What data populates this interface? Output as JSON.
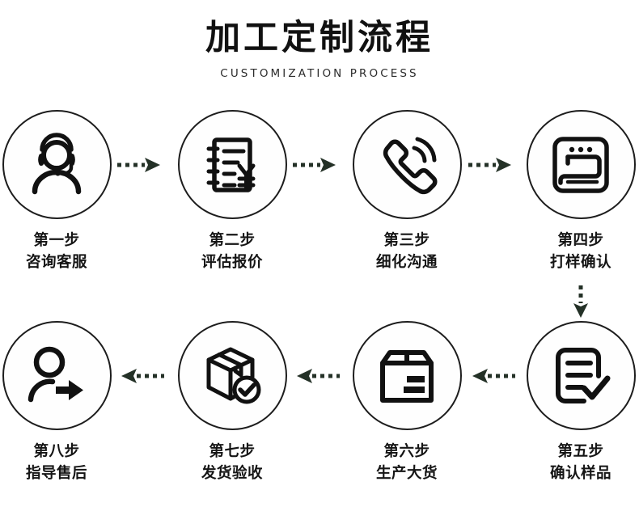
{
  "header": {
    "title": "加工定制流程",
    "subtitle": "CUSTOMIZATION PROCESS"
  },
  "theme": {
    "background": "#ffffff",
    "stroke": "#1d1d1d",
    "text": "#151515",
    "arrow": "#243127",
    "circle_fill": "#fefefe"
  },
  "flow": {
    "row_one_direction": "left-to-right",
    "row_two_direction": "right-to-left",
    "vertical_link": "step-4-to-step-5"
  },
  "steps": [
    {
      "index": 1,
      "step_label": "第一步",
      "name": "咨询客服",
      "icon": "customer-service-headset-icon"
    },
    {
      "index": 2,
      "step_label": "第二步",
      "name": "评估报价",
      "icon": "quotation-document-yuan-icon"
    },
    {
      "index": 3,
      "step_label": "第三步",
      "name": "细化沟通",
      "icon": "phone-call-icon"
    },
    {
      "index": 4,
      "step_label": "第四步",
      "name": "打样确认",
      "icon": "sewing-machine-icon"
    },
    {
      "index": 5,
      "step_label": "第五步",
      "name": "确认样品",
      "icon": "checklist-approved-icon"
    },
    {
      "index": 6,
      "step_label": "第六步",
      "name": "生产大货",
      "icon": "carton-box-icon"
    },
    {
      "index": 7,
      "step_label": "第七步",
      "name": "发货验收",
      "icon": "package-check-icon"
    },
    {
      "index": 8,
      "step_label": "第八步",
      "name": "指导售后",
      "icon": "person-arrow-right-icon"
    }
  ],
  "connectors": [
    {
      "id": "arrow-1-2",
      "direction": "right",
      "style": "dashed"
    },
    {
      "id": "arrow-2-3",
      "direction": "right",
      "style": "dashed"
    },
    {
      "id": "arrow-3-4",
      "direction": "right",
      "style": "dashed"
    },
    {
      "id": "arrow-4-5",
      "direction": "down",
      "style": "dashed"
    },
    {
      "id": "arrow-5-6",
      "direction": "left",
      "style": "dashed"
    },
    {
      "id": "arrow-6-7",
      "direction": "left",
      "style": "dashed"
    },
    {
      "id": "arrow-7-8",
      "direction": "left",
      "style": "dashed"
    }
  ]
}
